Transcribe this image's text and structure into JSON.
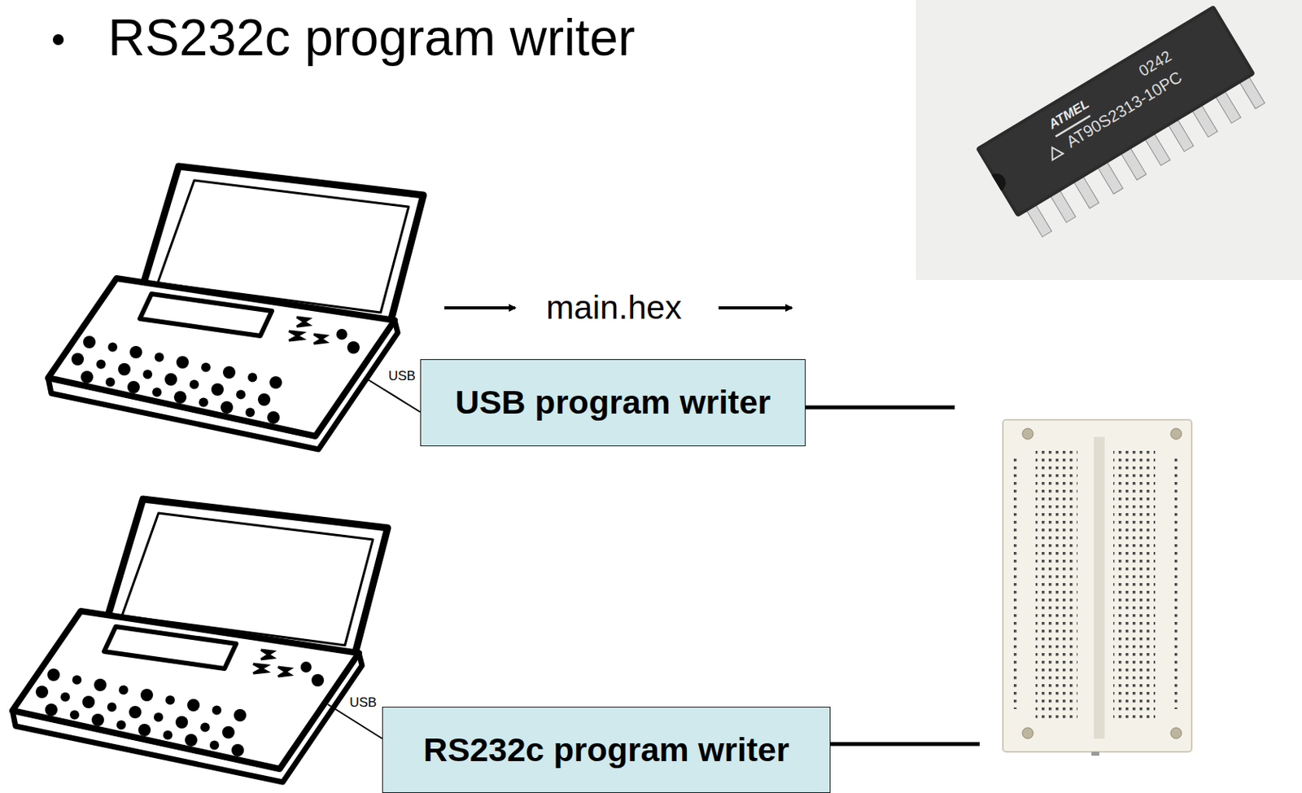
{
  "diagram": {
    "title": "RS232c program writer",
    "nodes": [
      {
        "text": [
          "USB program writer"
        ]
      },
      {
        "text": [
          "RS232c program writer"
        ]
      }
    ],
    "labels": [
      "0242",
      "ATMEL",
      "AT90S2313-10PC",
      "main.hex",
      "USB",
      "USB"
    ]
  }
}
